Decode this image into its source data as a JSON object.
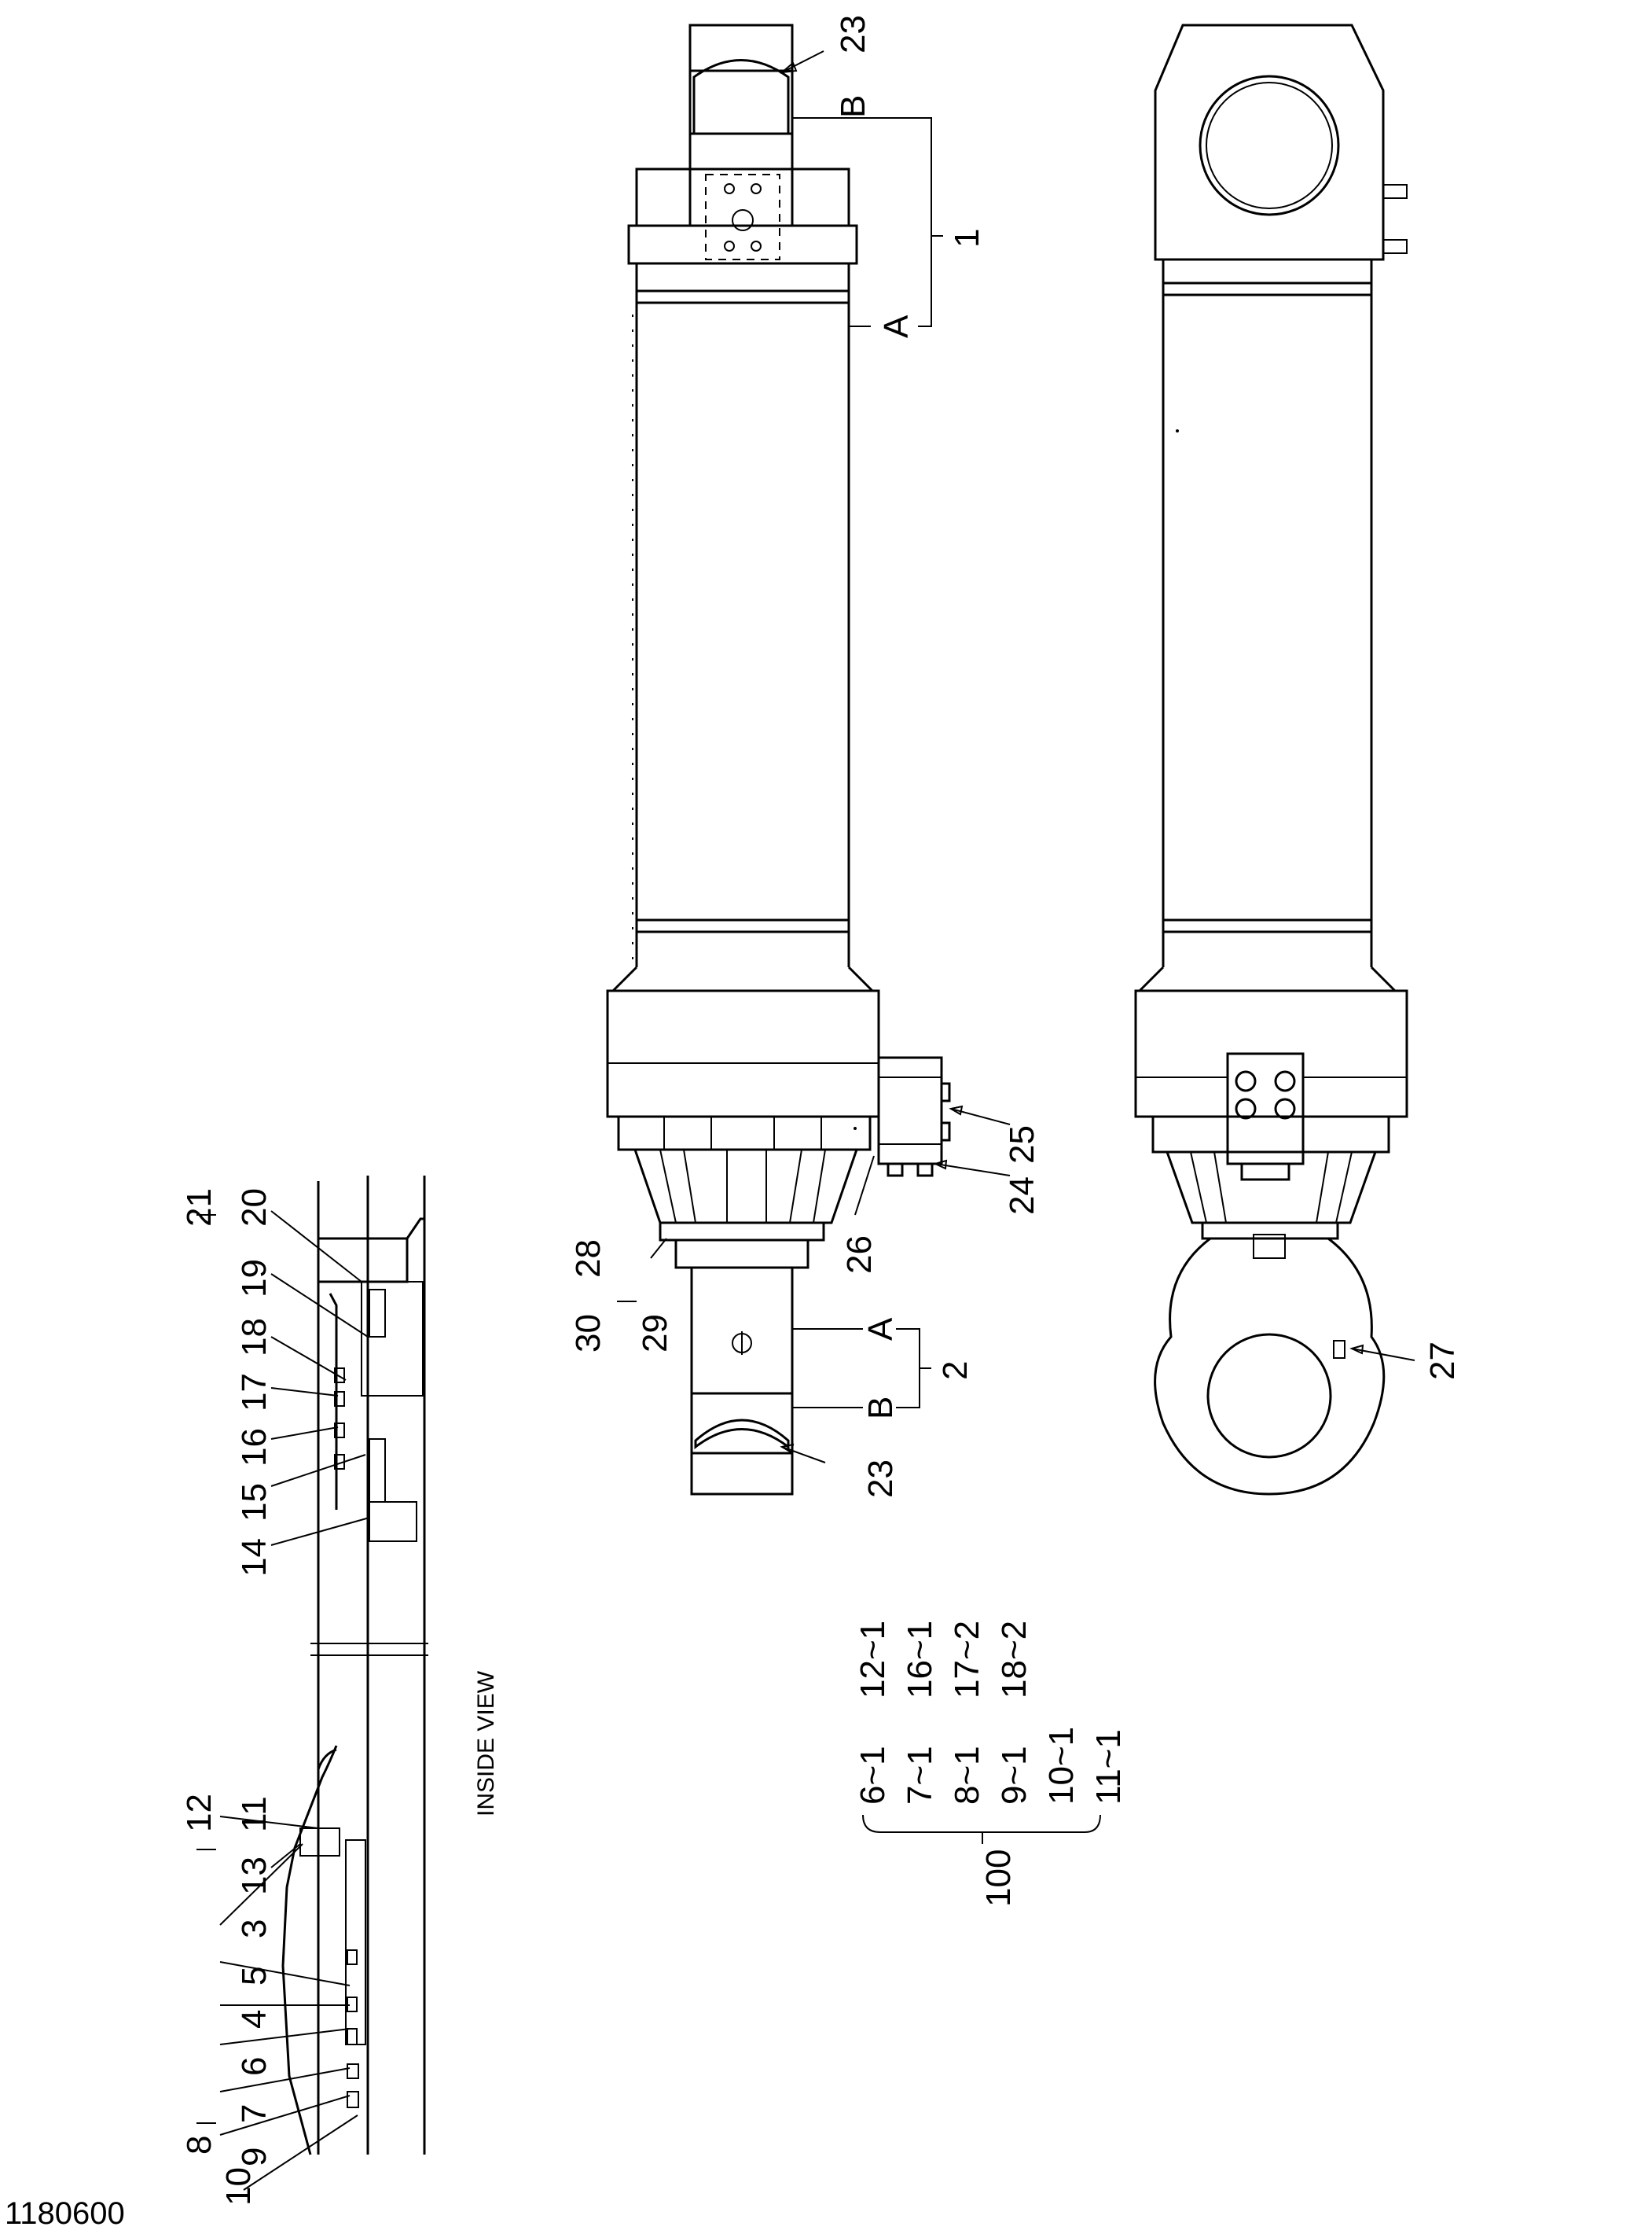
{
  "drawing_number": "1180600",
  "view_label": "INSIDE VIEW",
  "callouts": {
    "c1": "1",
    "c2": "2",
    "c3": "3",
    "c4": "4",
    "c5": "5",
    "c6": "6",
    "c7": "7",
    "c8": "8",
    "c9": "9",
    "c10": "10",
    "c11": "11",
    "c12": "12",
    "c13": "13",
    "c14": "14",
    "c15": "15",
    "c16": "16",
    "c17": "17",
    "c18": "18",
    "c19": "19",
    "c20": "20",
    "c21": "21",
    "c23": "23",
    "c24": "24",
    "c25": "25",
    "c26": "26",
    "c27": "27",
    "c28": "28",
    "c29": "29",
    "c30": "30",
    "cA": "A",
    "cB": "B"
  },
  "kit": {
    "number": "100",
    "col1": [
      "6~1",
      "7~1",
      "8~1",
      "9~1",
      "10~1",
      "11~1"
    ],
    "col2": [
      "12~1",
      "16~1",
      "17~2",
      "18~2"
    ]
  }
}
